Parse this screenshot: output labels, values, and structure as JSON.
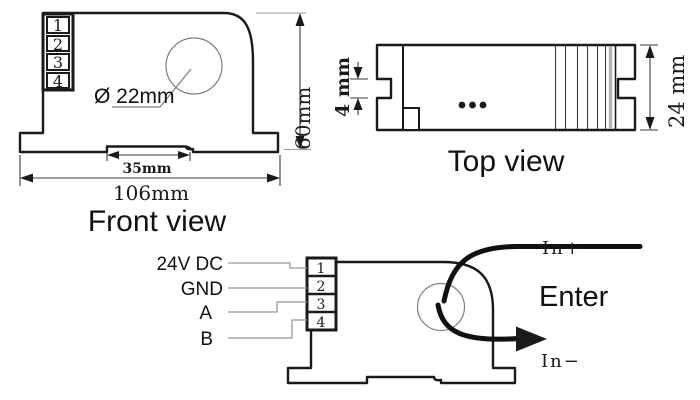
{
  "colors": {
    "line": "#1a1a1a",
    "thin_line": "#7d7d7d",
    "leader_line": "#999999",
    "gray_band": "#b3b3b3",
    "background": "#ffffff",
    "text": "#111111"
  },
  "front_view": {
    "label": "Front view",
    "terminals": [
      "1",
      "2",
      "3",
      "4"
    ],
    "hole_diameter_label": "Ø 22mm",
    "height_dim": "60mm",
    "width_dim": "106mm",
    "rail_notch_dim": "35mm"
  },
  "top_view": {
    "label": "Top view",
    "notch_dim": "4 mm",
    "depth_dim": "24 mm"
  },
  "wiring_view": {
    "terminals": [
      "1",
      "2",
      "3",
      "4"
    ],
    "pin_labels": [
      "24V DC",
      "GND",
      "A",
      "B"
    ],
    "input_label": "In+",
    "output_label": "In−",
    "direction_label": "Enter"
  }
}
